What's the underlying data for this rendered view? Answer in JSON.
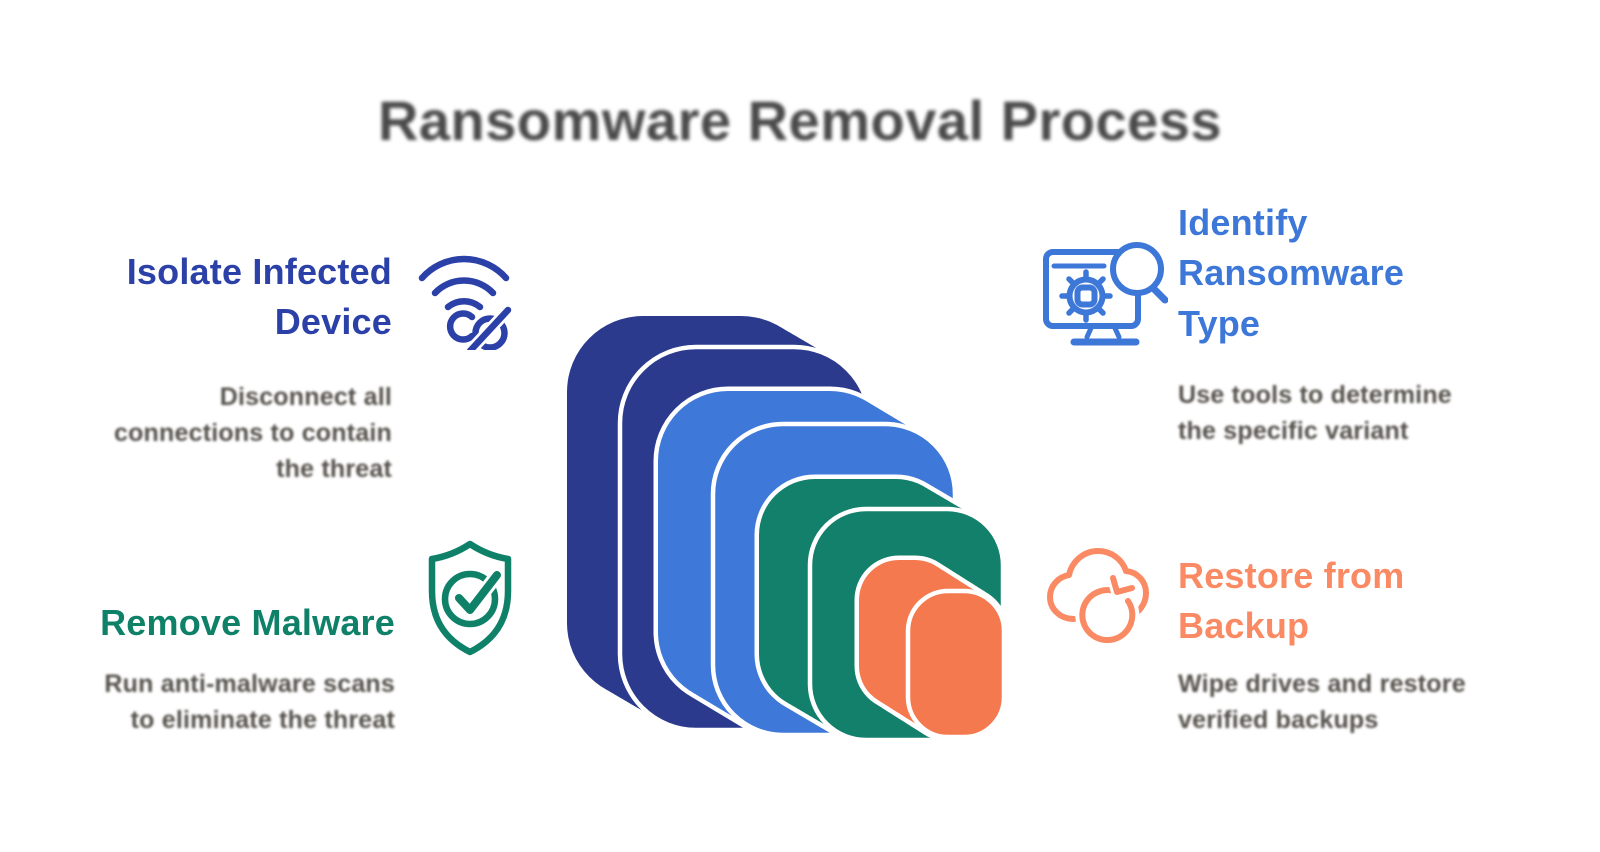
{
  "title": "Ransomware Removal Process",
  "text_colors": {
    "title": "#4a4a4a",
    "description": "#55514b"
  },
  "steps": [
    {
      "heading": "Isolate Infected\nDevice",
      "description": "Disconnect all\nconnections to contain\nthe threat",
      "color": "#2b41a8",
      "icon": "wifi-off-icon"
    },
    {
      "heading": "Identify\nRansomware\nType",
      "description": "Use tools to determine\nthe specific variant",
      "color": "#3d77d8",
      "icon": "monitor-bug-search-icon"
    },
    {
      "heading": "Remove Malware",
      "description": "Run anti-malware scans\nto eliminate the threat",
      "color": "#0f8168",
      "icon": "shield-check-icon"
    },
    {
      "heading": "Restore from\nBackup",
      "description": "Wipe drives and restore\nverified backups",
      "color": "#fa8a63",
      "icon": "cloud-restore-icon"
    }
  ],
  "graphic": {
    "outline_color": "#ffffff",
    "slabs": [
      {
        "name": "navy-slab",
        "color": "#2b3a8c"
      },
      {
        "name": "blue-slab",
        "color": "#3e79d9"
      },
      {
        "name": "green-slab",
        "color": "#12806b"
      },
      {
        "name": "orange-slab",
        "color": "#f5794e"
      }
    ]
  }
}
